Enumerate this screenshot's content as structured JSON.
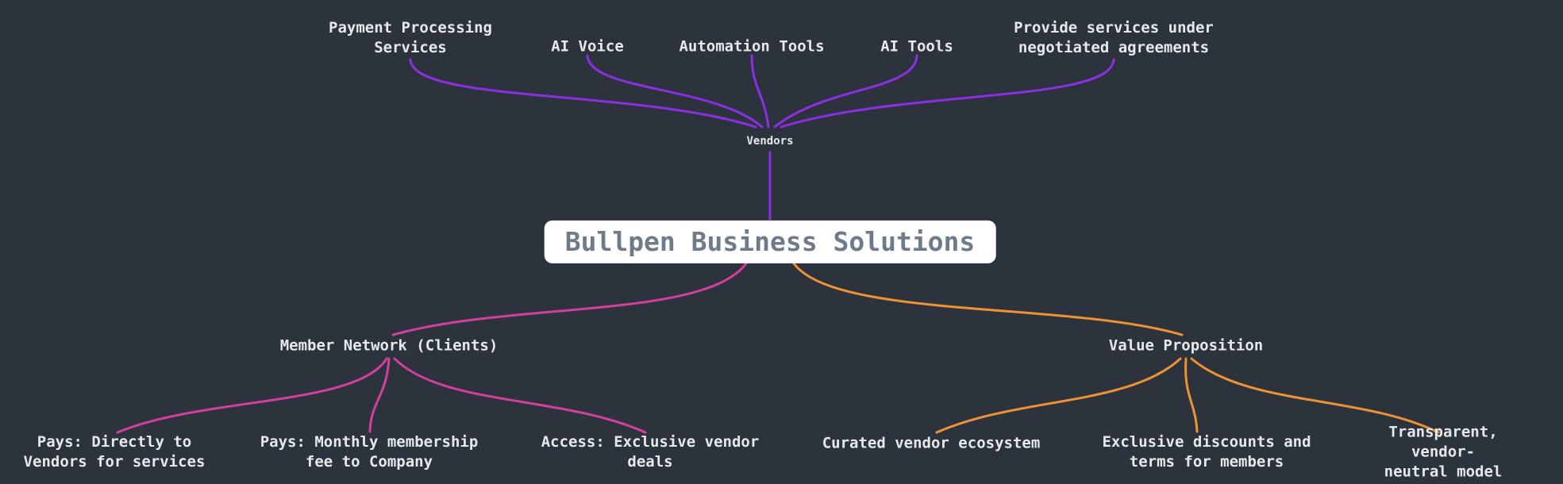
{
  "colors": {
    "background": "#2d333d",
    "vendor_branch": "#8b2fe2",
    "member_branch": "#d23f9f",
    "value_branch": "#ee9234",
    "text": "#e6e8ea",
    "root_bg": "#ffffff",
    "root_text": "#6e7b8a"
  },
  "mindmap": {
    "root": {
      "label": "Bullpen Business Solutions"
    },
    "branches": [
      {
        "id": "vendors",
        "label": "Vendors",
        "children": [
          {
            "label": "Payment Processing\nServices"
          },
          {
            "label": "AI Voice"
          },
          {
            "label": "Automation Tools"
          },
          {
            "label": "AI Tools"
          },
          {
            "label": "Provide services under\nnegotiated agreements"
          }
        ]
      },
      {
        "id": "member-network",
        "label": "Member Network (Clients)",
        "children": [
          {
            "label": "Pays: Directly to\nVendors for services"
          },
          {
            "label": "Pays: Monthly membership\nfee to Company"
          },
          {
            "label": "Access: Exclusive vendor\ndeals"
          }
        ]
      },
      {
        "id": "value-proposition",
        "label": "Value Proposition",
        "children": [
          {
            "label": "Curated vendor ecosystem"
          },
          {
            "label": "Exclusive discounts and\nterms for members"
          },
          {
            "label": "Transparent,\nvendor-neutral model"
          }
        ]
      }
    ]
  }
}
